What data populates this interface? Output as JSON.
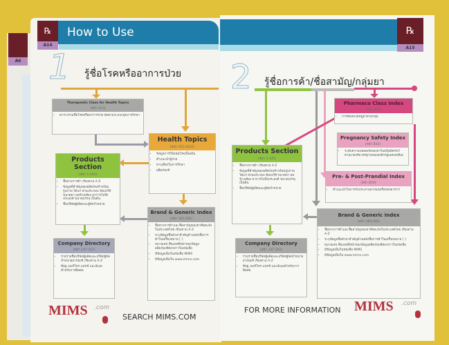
{
  "left_page": {
    "header_title": "How to Use",
    "page_number": "A14",
    "prev_page_number": "A6",
    "step_number": "1",
    "step_title": "รู้ชื่อโรคหรืออาการป่วย",
    "boxes": {
      "therapeutic": {
        "title": "Therapeutic Class for Health Topics",
        "pages": "(หน้า A13)",
        "bullets": [
          "ตารางรวมชื่อโรคหรืออาการป่วย จัดตามระบบกลุ่มการรักษา"
        ]
      },
      "health_topics": {
        "title": "Health Topics",
        "pages": "(หน้า A51-A232)",
        "bullets": [
          "ข้อมูลการวินิจฉัยโรคเบื้องต้น",
          "คำแนะนำผู้ป่วย",
          "ทางเลือกในการรักษา",
          "ผลิตภัณฑ์"
        ]
      },
      "products": {
        "title": "Products Section",
        "pages": "(หน้า 1-145)",
        "bullets": [
          "ชื่อทางการค้า เรียงตาม A-Z",
          "ข้อมูลที่สำคัญของผลิตภัณฑ์ พร้อมรูปภาพ ได้แก่ ส่วนประกอบ ข้อบ่งใช้ ขนาดยา ผลข้างเคียง อาการไม่พึงประสงค์ ขนาดบรรจุ เป็นต้น",
          "ชื่อบริษัทผู้ผลิตและผู้จัดจำหน่าย"
        ]
      },
      "brand_generic": {
        "title": "Brand & Generic Index",
        "pages": "(หน้า 163-206)",
        "bullets": [
          "ชื่อทางการค้าและชื่อสามัญของยาที่จดแจ้งในประเทศไทย เรียงตาม A-Z",
          "ระบุข้อมูลชื่อตัวยาสำคัญด้านหลังชื่อการค้าในเครื่องหมาย [ ]",
          "หมายเลข คือเลขที่หน้าของข้อมูลผลิตภัณฑ์ดังกล่าวในหนังสือ",
          "มีข้อมูลเพิ่มในหนังสือ MIMS",
          "มีข้อมูลเพิ่มใน www.mims.com"
        ]
      },
      "company": {
        "title": "Company Directory",
        "pages": "(หน้า 147-162)",
        "bullets": [
          "รวมรายชื่อบริษัทผู้ผลิตและบริษัทผู้จัดจำหน่ายยาภัณฑ์ เรียงตาม A-Z",
          "ที่อยู่ เบอร์โทร แฟกซ์ และอีเมลสำหรับการติดต่อ"
        ]
      }
    },
    "logo": "MIMS",
    "logo_tag": ".com",
    "footer_text": "SEARCH MIMS.COM"
  },
  "right_page": {
    "page_number": "A15",
    "step_number": "2",
    "step_title": "รู้ชื่อการค้า/ชื่อสามัญ/กลุ่มยา",
    "boxes": {
      "pharmaco": {
        "title": "Pharmaco Class Index",
        "pages": "(หน้า B32)",
        "bullets": [
          "การจัดหมวดหมู่ยาตามกลุ่ม"
        ]
      },
      "pregnancy": {
        "title": "Pregnancy Safety Index",
        "pages": "(หน้า B32)",
        "bullets": [
          "ระดับความปลอดภัยของยาในหญิงมีครรภ์ตามเกณฑ์มาตรฐานขององค์กรยูเอสเอฟดีเอ"
        ]
      },
      "prandial": {
        "title": "Pre- & Post-Prandial Index",
        "pages": "(หน้า B19)",
        "bullets": [
          "คำแนะนำในการรับประทานยาก่อนหรือหลังอาหาร"
        ]
      },
      "products": {
        "title": "Products Section",
        "pages": "(หน้า 1-145)",
        "bullets": [
          "ชื่อทางการค้า เรียงตาม A-Z",
          "ข้อมูลที่สำคัญของผลิตภัณฑ์ พร้อมรูปภาพ ได้แก่ ส่วนประกอบ ข้อบ่งใช้ ขนาดยา ผลข้างเคียง อาการไม่พึงประสงค์ ขนาดบรรจุ เป็นต้น",
          "ชื่อบริษัทผู้ผลิตและผู้จัดจำหน่าย"
        ]
      },
      "brand_generic": {
        "title": "Brand & Generic Index",
        "pages": "(หน้า 163-206)",
        "bullets": [
          "ชื่อทางการค้าและชื่อสามัญของยาที่จดแจ้งในประเทศไทย เรียงตาม A-Z",
          "ระบุข้อมูลชื่อตัวยาสำคัญด้านหลังชื่อการค้าในเครื่องหมาย [ ]",
          "หมายเลข คือเลขที่หน้าของข้อมูลผลิตภัณฑ์ดังกล่าวในหนังสือ",
          "มีข้อมูลเพิ่มในหนังสือ MIMS",
          "มีข้อมูลเพิ่มใน www.mims.com"
        ]
      },
      "company": {
        "title": "Company Directory",
        "pages": "(หน้า 147-162)",
        "bullets": [
          "รวมรายชื่อบริษัทผู้ผลิตและบริษัทผู้จัดจำหน่ายยาภัณฑ์ เรียงตาม A-Z",
          "ที่อยู่ เบอร์โทร แฟกซ์ และอีเมลสำหรับการติดต่อ"
        ]
      }
    },
    "footer_text": "FOR MORE INFORMATION",
    "logo": "MIMS",
    "logo_tag": ".com"
  },
  "colors": {
    "background": "#e2c13a",
    "header_blue": "#1f7ea9",
    "maroon": "#6a1e27",
    "orange": "#e9a93a",
    "green": "#8fc33f",
    "pink": "#d4487f",
    "gray": "#a8a8a6"
  }
}
